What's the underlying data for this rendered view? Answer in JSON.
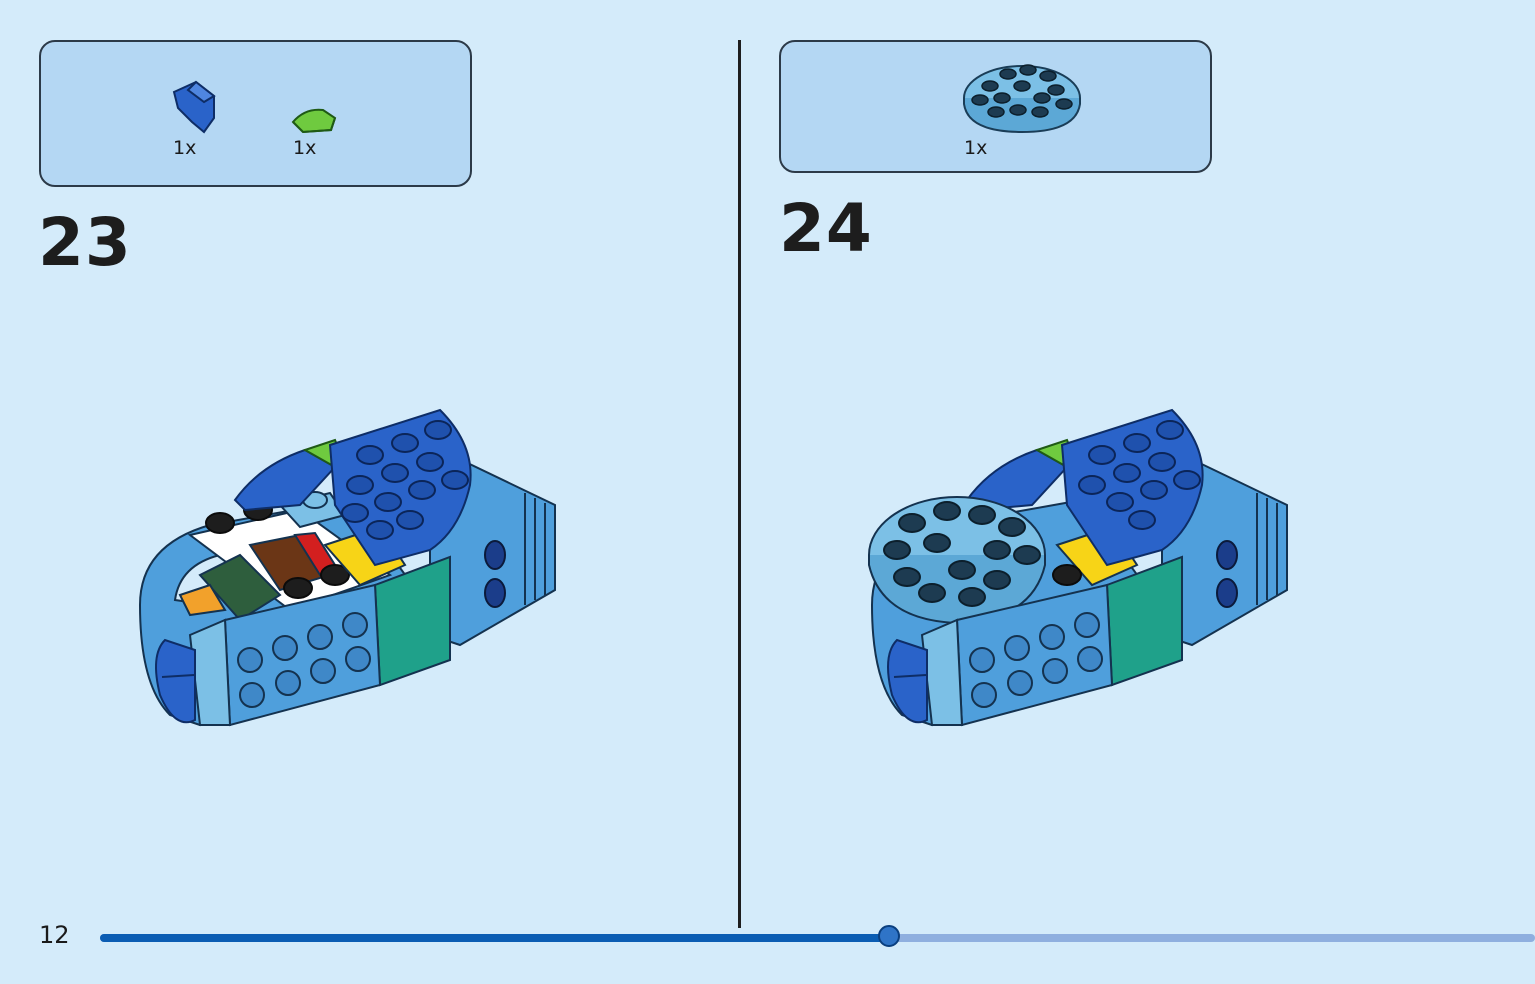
{
  "page": {
    "page_number": "12",
    "progress_fraction": 0.55
  },
  "steps": [
    {
      "number": "23",
      "parts": [
        {
          "icon": "blue-wedge-slope-icon",
          "quantity": "1x"
        },
        {
          "icon": "green-curved-tile-icon",
          "quantity": "1x"
        }
      ]
    },
    {
      "number": "24",
      "parts": [
        {
          "icon": "light-blue-round-plate-icon",
          "quantity": "1x"
        }
      ]
    }
  ],
  "colors": {
    "background": "#d4ebfa",
    "parts_box": "#b4d7f3",
    "blue": "#2a63c9",
    "medium_azure": "#4f9fdc",
    "light_blue": "#7cc0e6",
    "teal": "#1fa18a",
    "green": "#6fca3f",
    "progress_fill": "#0b5db3",
    "progress_track": "#8fafdf"
  }
}
